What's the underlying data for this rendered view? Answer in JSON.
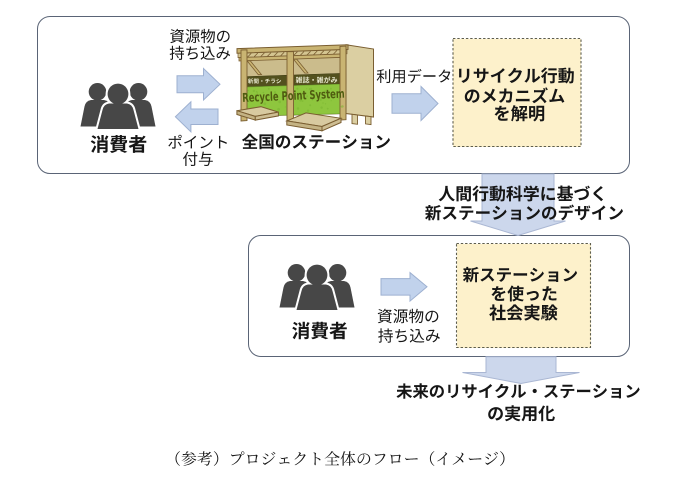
{
  "diagram": {
    "stage1": {
      "consumers_label": "消費者",
      "bring_in_label": [
        "資源物の",
        "持ち込み"
      ],
      "points_label": [
        "ポイント",
        "付与"
      ],
      "station_label": "全国のステーション",
      "station_art": {
        "sign_left": "新聞・チラシ",
        "sign_right": "雑誌・雑がみ",
        "banner": "Recycle Point System"
      },
      "usage_data_label": "利用データ",
      "outcome_box": [
        "リサイクル行動",
        "のメカニズム",
        "を解明"
      ]
    },
    "transition1": [
      "人間行動科学に基づく",
      "新ステーションのデザイン"
    ],
    "stage2": {
      "consumers_label": "消費者",
      "bring_in_label": [
        "資源物の",
        "持ち込み"
      ],
      "experiment_box": [
        "新ステーション",
        "を使った",
        "社会実験"
      ]
    },
    "transition2": [
      "未来のリサイクル・ステーション",
      "の実用化"
    ],
    "caption": "（参考）プロジェクト全体のフロー（イメージ）"
  },
  "colors": {
    "small_arrow_fill": "#c1d2ec",
    "small_arrow_stroke": "#9db0d0",
    "big_arrow_fill": "#ccd7ec",
    "big_arrow_stroke": "#aab7d3",
    "group_box_border": "#5a6476",
    "dashed_box_fill": "#fdf1cb",
    "dashed_box_border": "#5d5d4d",
    "people_icon": "#474747",
    "station_green": "#8ec63e",
    "text": "#161616"
  }
}
